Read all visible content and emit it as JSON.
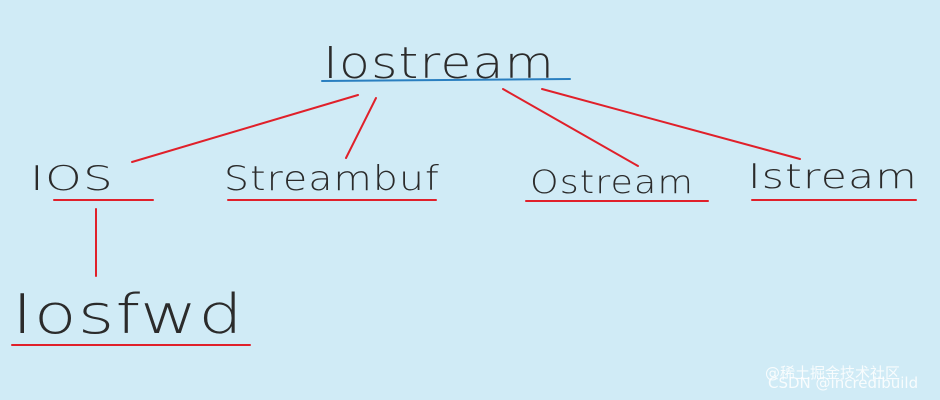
{
  "diagram": {
    "root": {
      "label": "Iostream"
    },
    "children": [
      {
        "label": "IOS"
      },
      {
        "label": "Streambuf"
      },
      {
        "label": "Ostream"
      },
      {
        "label": "Istream"
      }
    ],
    "grandchild": {
      "label": "Iosfwd",
      "parent": "IOS"
    }
  },
  "watermark": {
    "line1": "@稀土掘金技术社区",
    "line2": "CSDN @incredibuild"
  },
  "colors": {
    "background": "#d0ebf6",
    "connector": "#e0202a",
    "root_underline": "#2a7fc0",
    "text": "#2b2b2b"
  }
}
